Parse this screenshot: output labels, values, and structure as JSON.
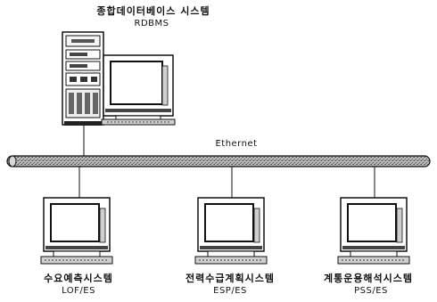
{
  "server": {
    "title": "종합데이터베이스 시스템",
    "subtitle": "RDBMS"
  },
  "network": {
    "label": "Ethernet"
  },
  "clients": [
    {
      "name": "수요예측시스템",
      "code": "LOF/ES"
    },
    {
      "name": "전력수급계획시스템",
      "code": "ESP/ES"
    },
    {
      "name": "계통운용해석시스템",
      "code": "PSS/ES"
    }
  ],
  "colors": {
    "ink": "#111111",
    "cable": "#9a9a9a",
    "screen": "#ffffff"
  }
}
